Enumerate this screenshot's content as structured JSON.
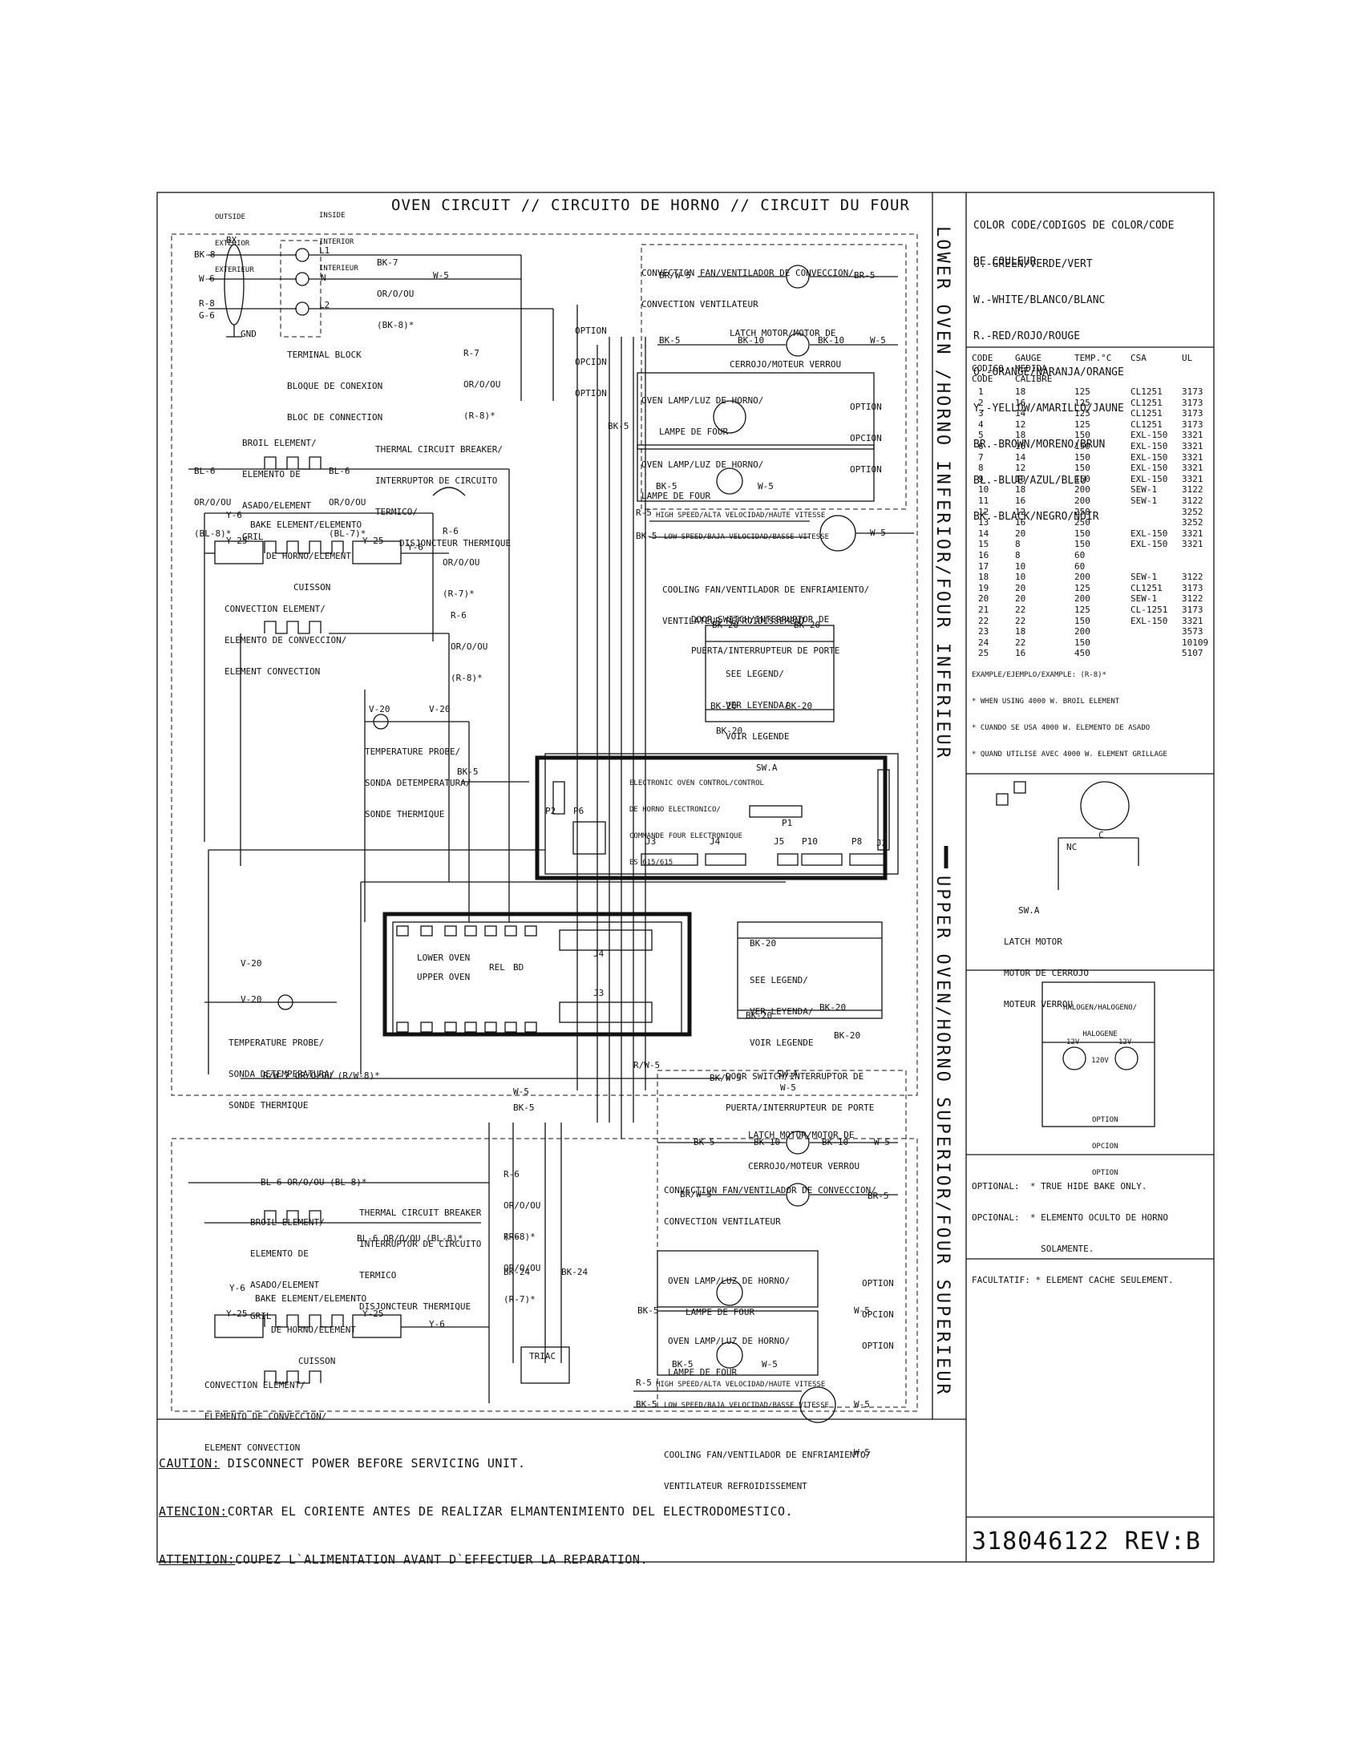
{
  "title": "OVEN CIRCUIT // CIRCUITO DE HORNO // CIRCUIT DU FOUR",
  "outside_label": [
    "OUTSIDE",
    "EXTERIOR",
    "EXTERIEUR"
  ],
  "inside_label": [
    "INSIDE",
    "INTERIOR",
    "INTERIEUR"
  ],
  "vertical_title": {
    "lower": "LOWER OVEN /HORNO INFERIOR/FOUR INFERIEUR",
    "upper": "UPPER OVEN/HORNO SUPERIOR/FOUR SUPERIEUR"
  },
  "color_code": {
    "heading": [
      "COLOR CODE/CODIGOS DE COLOR/CODE",
      "DE COULEUR"
    ],
    "entries": [
      "G.-GREEN/VERDE/VERT",
      "W.-WHITE/BLANCO/BLANC",
      "R.-RED/ROJO/ROUGE",
      "O.-ORANGE/NARANJA/ORANGE",
      "Y.-YELLOW/AMARILLO/JAUNE",
      "BR.-BROWN/MORENO/BRUN",
      "BL.-BLUE/AZUL/BLEU",
      "BK.-BLACK/NEGRO/NOIR"
    ]
  },
  "gauge_table": {
    "headers": [
      "CODE",
      "GAUGE",
      "TEMP.°C",
      "CSA",
      "UL"
    ],
    "headers_sub": [
      "CODIGO",
      "MEDIDA",
      "CODE",
      "CALIBRE"
    ],
    "rows": [
      [
        "1",
        "18",
        "125",
        "CL1251",
        "3173"
      ],
      [
        "2",
        "16",
        "125",
        "CL1251",
        "3173"
      ],
      [
        "3",
        "14",
        "125",
        "CL1251",
        "3173"
      ],
      [
        "4",
        "12",
        "125",
        "CL1251",
        "3173"
      ],
      [
        "5",
        "18",
        "150",
        "EXL-150",
        "3321"
      ],
      [
        "6",
        "16",
        "150",
        "EXL-150",
        "3321"
      ],
      [
        "7",
        "14",
        "150",
        "EXL-150",
        "3321"
      ],
      [
        "8",
        "12",
        "150",
        "EXL-150",
        "3321"
      ],
      [
        "9",
        "10",
        "150",
        "EXL-150",
        "3321"
      ],
      [
        "10",
        "18",
        "200",
        "SEW-1",
        "3122"
      ],
      [
        "11",
        "16",
        "200",
        "SEW-1",
        "3122"
      ],
      [
        "12",
        "12",
        "250",
        "",
        "3252"
      ],
      [
        "13",
        "16",
        "250",
        "",
        "3252"
      ],
      [
        "14",
        "20",
        "150",
        "EXL-150",
        "3321"
      ],
      [
        "15",
        "8",
        "150",
        "EXL-150",
        "3321"
      ],
      [
        "16",
        "8",
        "60",
        "",
        ""
      ],
      [
        "17",
        "10",
        "60",
        "",
        ""
      ],
      [
        "18",
        "10",
        "200",
        "SEW-1",
        "3122"
      ],
      [
        "19",
        "20",
        "125",
        "CL1251",
        "3173"
      ],
      [
        "20",
        "20",
        "200",
        "SEW-1",
        "3122"
      ],
      [
        "21",
        "22",
        "125",
        "CL-1251",
        "3173"
      ],
      [
        "22",
        "22",
        "150",
        "EXL-150",
        "3321"
      ],
      [
        "23",
        "18",
        "200",
        "",
        "3573"
      ],
      [
        "24",
        "22",
        "150",
        "",
        "10109"
      ],
      [
        "25",
        "16",
        "450",
        "",
        "5107"
      ]
    ],
    "example": [
      "EXAMPLE/EJEMPLO/EXAMPLE: (R-8)*",
      "* WHEN USING 4000 W. BROIL ELEMENT",
      "* CUANDO SE USA 4000 W. ELEMENTO DE ASADO",
      "* QUAND UTILISE AVEC 4000 W. ELEMENT GRILLAGE"
    ]
  },
  "latch_detail": {
    "nc": "NC",
    "c": "C",
    "lines": [
      "SW.A",
      "LATCH MOTOR",
      "MOTOR DE CERROJO",
      "MOTEUR VERROU"
    ]
  },
  "halogen_detail": {
    "heading": [
      "HALOGEN/HALOGENO/",
      "HALOGENE"
    ],
    "v120": "120V",
    "v12a": "12V",
    "v12b": "12V",
    "option": [
      "OPTION",
      "OPCION",
      "OPTION"
    ]
  },
  "optional_note": [
    "OPTIONAL:  * TRUE HIDE BAKE ONLY.",
    "OPCIONAL:  * ELEMENTO OCULTO DE HORNO",
    "             SOLAMENTE.",
    "FACULTATIF: * ELEMENT CACHE SEULEMENT."
  ],
  "caution": {
    "l1_label": "CAUTION:",
    "l1_text": " DISCONNECT POWER BEFORE SERVICING UNIT.",
    "l2_label": "ATENCION:",
    "l2_text": "CORTAR EL CORIENTE ANTES DE REALIZAR ELMANTENIMIENTO DEL ELECTRODOMESTICO.",
    "l3_label": "ATTENTION:",
    "l3_text": "COUPEZ L`ALIMENTATION AVANT D`EFFECTUER LA REPARATION."
  },
  "doc_number": "318046122  REV:B",
  "labels": {
    "bx": "BX",
    "bk8": "BK-8",
    "w6": "W-6",
    "r8": "R-8",
    "g6": "G-6",
    "gnd": "GND",
    "l1": "L1",
    "n": "N",
    "l2": "L2",
    "terminal": [
      "TERMINAL BLOCK",
      "BLOQUE DE CONEXION",
      "BLOC DE CONNECTION"
    ],
    "bk7": [
      "BK-7",
      "OR/O/OU",
      "(BK-8)*"
    ],
    "w5a": "W-5",
    "r7": [
      "R-7",
      "OR/O/OU",
      "(R-8)*"
    ],
    "conv_fan": [
      "CONVECTION FAN/VENTILADOR DE CONVECCION/",
      "CONVECTION VENTILATEUR"
    ],
    "brw5": "BR/W-5",
    "br5": "BR-5",
    "option_a": [
      "OPTION",
      "OPCION",
      "OPTION"
    ],
    "latch_motor": [
      "LATCH MOTOR/MOTOR DE",
      "CERROJO/MOTEUR VERROU"
    ],
    "bk5": "BK-5",
    "bk10": "BK-10",
    "bk10b": "BK-10",
    "w5": "W-5",
    "oven_lamp_a": [
      "OVEN LAMP/LUZ DE HORNO/",
      "LAMPE DE FOUR"
    ],
    "option_b": [
      "OPTION",
      "OPCION",
      "OPTION"
    ],
    "oven_lamp_b": [
      "OVEN LAMP/LUZ DE HORNO/",
      "LAMPE DE FOUR"
    ],
    "broil": [
      "BROIL ELEMENT/",
      "ELEMENTO DE",
      "ASADO/ELEMENT",
      "GRIL"
    ],
    "bl6": [
      "BL-6",
      "OR/O/OU",
      "(BL-8)*"
    ],
    "bl6b": [
      "BL-6",
      "OR/O/OU",
      "(BL-7)*"
    ],
    "thermal": [
      "THERMAL CIRCUIT BREAKER/",
      "INTERRUPTOR DE CIRCUITO",
      "TERMICO/",
      "DISJONCTEUR THERMIQUE"
    ],
    "bake": [
      "BAKE ELEMENT/ELEMENTO",
      "DE HORNO/ELEMENT",
      "CUISSON"
    ],
    "y6": "Y-6",
    "y25": "Y-25",
    "r6a": [
      "R-6",
      "OR/O/OU",
      "(R-7)*"
    ],
    "conv_el": [
      "CONVECTION ELEMENT/",
      "ELEMENTO DE CONVECCION/",
      "ELEMENT CONVECTION"
    ],
    "r6b": [
      "R-6",
      "OR/O/OU",
      "(R-8)*"
    ],
    "r5": "R-5",
    "high": "HIGH SPEED/ALTA VELOCIDAD/HAUTE VITESSE",
    "low": "LOW SPEED/BAJA VELOCIDAD/BASSE VITESSE",
    "cool_fan": [
      "COOLING FAN/VENTILADOR DE ENFRIAMIENTO/",
      "VENTILATEUR REFROIDISSEMENT"
    ],
    "door_sw": [
      "DOOR SWITCH/INTERRUPTOR DE",
      "PUERTA/INTERRUPTEUR DE PORTE"
    ],
    "bk20": "BK-20",
    "bk20b": "BK-20",
    "legend": [
      "SEE LEGEND/",
      "VER LEYENDA/",
      "VOIR LEGENDE",
      "SW.A"
    ],
    "v20": "V-20",
    "temp_probe": [
      "TEMPERATURE PROBE/",
      "SONDA DETEMPERATURA/",
      "SONDE THERMIQUE"
    ],
    "eoc": [
      "ELECTRONIC OVEN CONTROL/CONTROL",
      "DE HORNO ELECTRONICO/",
      "COMMANDE FOUR ELECTRONIQUE",
      "ES 615/615"
    ],
    "p1": "P1",
    "p2": "P2",
    "p6": "P6",
    "j3": "J3",
    "j4": "J4",
    "j5": "J5",
    "p10": "P10",
    "p8": "P8",
    "j2": "J2",
    "lower_oven": "LOWER OVEN",
    "upper_oven": "UPPER OVEN",
    "rel": "REL",
    "bd": "BD",
    "rw7": "R/W-7 OR/O/OU (R/W-8)*",
    "rw5": "R/W-5",
    "bkw5": "BK/W-5",
    "r6c": [
      "R-6",
      "OR/O/OU",
      "(R-8)*"
    ],
    "r6d": [
      "R-6",
      "OR/O/OU",
      "(R-7)*"
    ],
    "bk24": "BK-24",
    "triac": "TRIAC",
    "bl6c": "BL-6 OR/O/OU (BL-8)*",
    "bl6d": "BL-6 OR/O/OU (BL-8)*",
    "thermal_b": [
      "THERMAL CIRCUIT BREAKER",
      "INTERRUPTOR DE CIRCUITO",
      "TERMICO",
      "DISJONCTEUR THERMIQUE"
    ]
  }
}
